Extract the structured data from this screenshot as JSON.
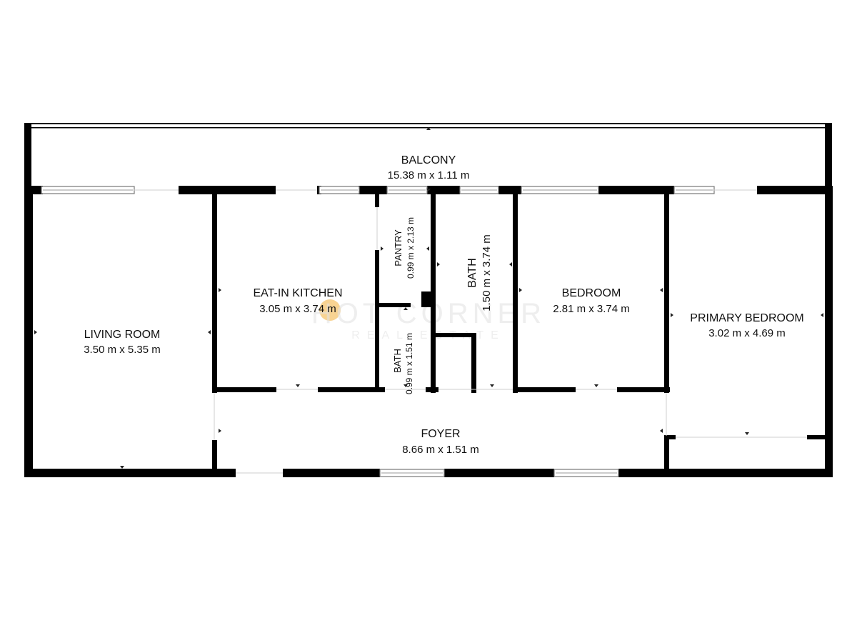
{
  "plan": {
    "rooms": [
      {
        "id": "balcony",
        "name": "BALCONY",
        "dims": "15.38 m x 1.11 m"
      },
      {
        "id": "living-room",
        "name": "LIVING ROOM",
        "dims": "3.50 m x 5.35 m"
      },
      {
        "id": "eat-in-kitchen",
        "name": "EAT-IN KITCHEN",
        "dims": "3.05 m x 3.74 m"
      },
      {
        "id": "pantry",
        "name": "PANTRY",
        "dims": "0.99 m x 2.13 m"
      },
      {
        "id": "bath-small",
        "name": "BATH",
        "dims": "0.99 m x 1.51 m"
      },
      {
        "id": "bath",
        "name": "BATH",
        "dims": "1.50 m x 3.74 m"
      },
      {
        "id": "bedroom",
        "name": "BEDROOM",
        "dims": "2.81 m x 3.74 m"
      },
      {
        "id": "primary-bedroom",
        "name": "PRIMARY BEDROOM",
        "dims": "3.02 m x 4.69 m"
      },
      {
        "id": "foyer",
        "name": "FOYER",
        "dims": "8.66 m x 1.51 m"
      }
    ],
    "colors": {
      "wall": "#000000",
      "background": "#ffffff",
      "window": "#9a9a9a",
      "watermark": "#e3e3e3",
      "watermark_accent": "#f2b24a"
    }
  },
  "watermark": {
    "main": "HOT CORNER",
    "sub": "REAL ESTATE"
  }
}
